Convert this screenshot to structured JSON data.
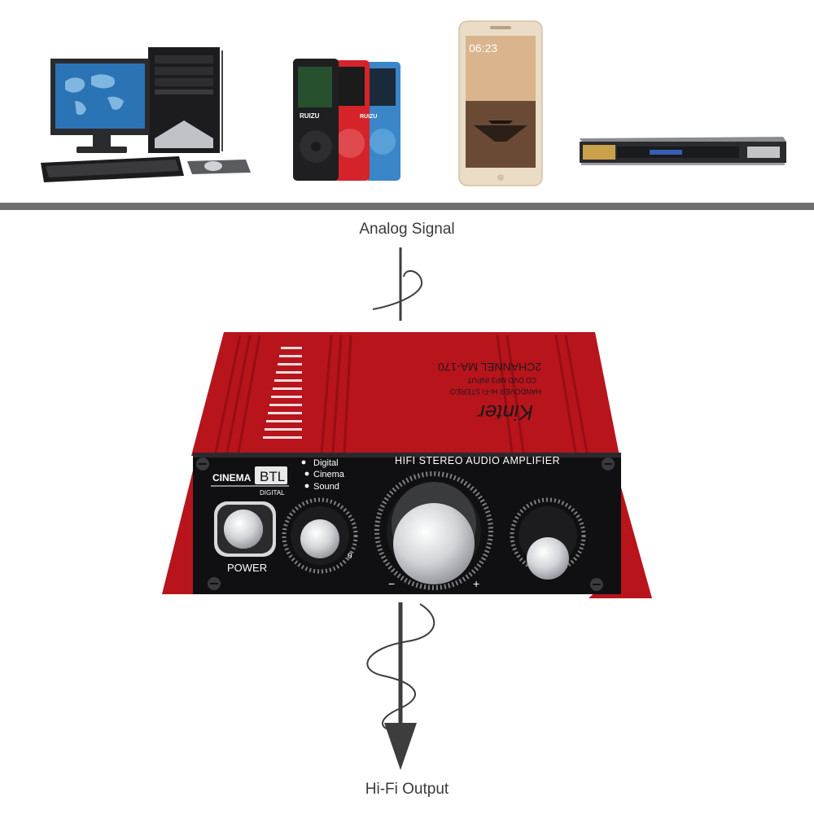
{
  "labels": {
    "top": "Analog Signal",
    "bottom": "Hi-Fi Output"
  },
  "devices": {
    "mp3_brand": "RUIZU",
    "phone_time": "06:23"
  },
  "amplifier": {
    "top_brand": "Kinter",
    "top_line1": "HANDOVER Hi-Fi STEREO",
    "top_line2": "CD DVD MP3 INPUT",
    "top_line3": "2CHANNEL MA-170",
    "front_title": "HIFI STEREO AUDIO AMPLIFIER",
    "cinema_text": "CINEMA",
    "btl_text": "BTL",
    "digital_small": "DIGITAL",
    "led_labels": [
      "Digital",
      "Cinema",
      "Sound"
    ],
    "power_label": "POWER",
    "minus": "−",
    "plus": "+"
  },
  "colors": {
    "amp_red": "#b8141c",
    "divider": "#6f6f6f",
    "arrow": "#3d3d3d"
  }
}
